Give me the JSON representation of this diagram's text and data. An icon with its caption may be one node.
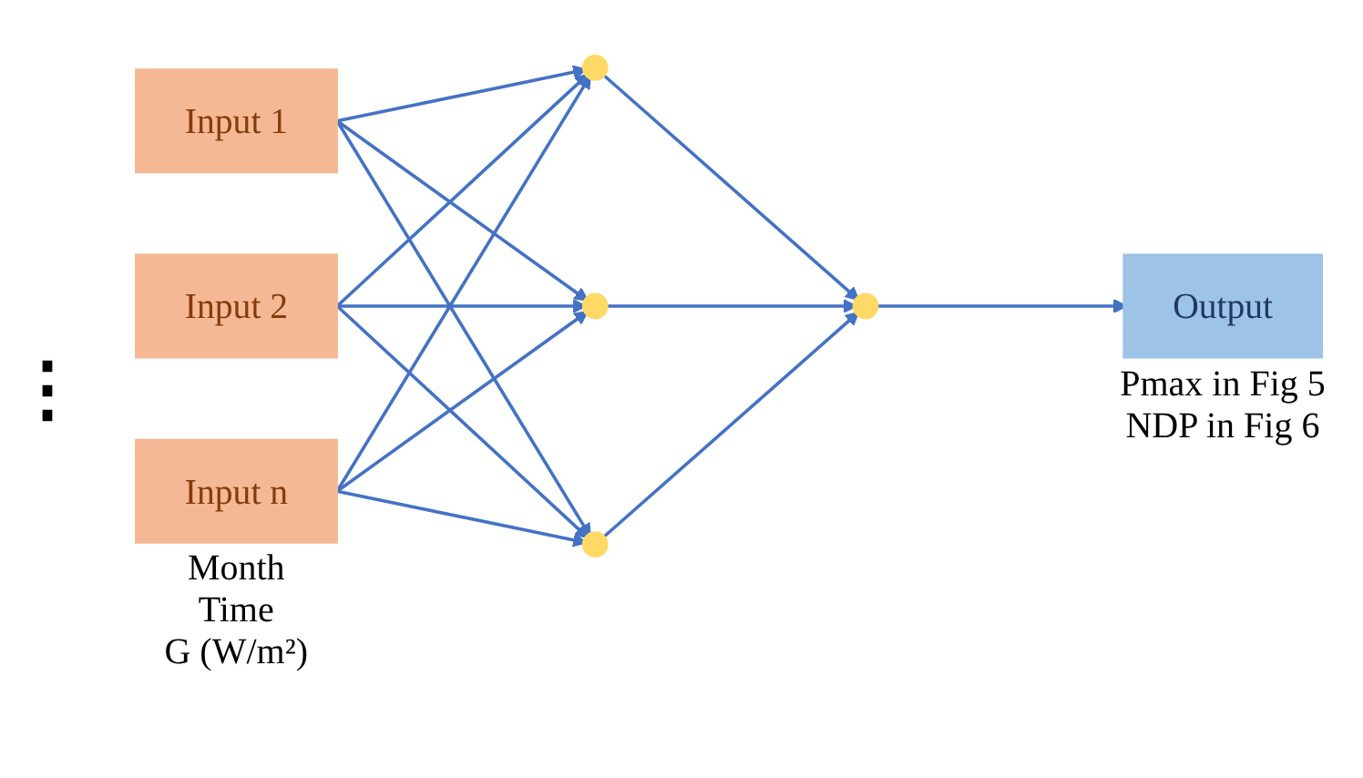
{
  "diagram": {
    "nodes": [
      {
        "text": [
          "Input 1"
        ]
      },
      {
        "text": [
          "Input 2"
        ]
      },
      {
        "text": [
          "Input n"
        ],
        "beside": [
          "Month",
          "Time",
          "G (W/m²)"
        ]
      },
      {
        "text": [],
        "shape": "circle"
      },
      {
        "text": [],
        "shape": "circle"
      },
      {
        "text": [],
        "shape": "circle"
      },
      {
        "text": [],
        "shape": "circle"
      },
      {
        "text": [
          "Output"
        ],
        "beside": [
          "Pmax in Fig 5",
          "NDP in Fig 6"
        ]
      }
    ],
    "edges": [
      {
        "from": 0,
        "to": 3,
        "arrow": "to"
      },
      {
        "from": 0,
        "to": 4,
        "arrow": "to"
      },
      {
        "from": 0,
        "to": 5,
        "arrow": "to"
      },
      {
        "from": 1,
        "to": 3,
        "arrow": "to"
      },
      {
        "from": 1,
        "to": 4,
        "arrow": "to"
      },
      {
        "from": 1,
        "to": 5,
        "arrow": "to"
      },
      {
        "from": 2,
        "to": 3,
        "arrow": "to"
      },
      {
        "from": 2,
        "to": 4,
        "arrow": "to"
      },
      {
        "from": 2,
        "to": 5,
        "arrow": "to"
      },
      {
        "from": 3,
        "to": 6,
        "arrow": "to"
      },
      {
        "from": 4,
        "to": 6,
        "arrow": "to"
      },
      {
        "from": 5,
        "to": 6,
        "arrow": "to"
      },
      {
        "from": 6,
        "to": 7,
        "arrow": "to"
      }
    ],
    "labels": [
      "⋮"
    ]
  }
}
